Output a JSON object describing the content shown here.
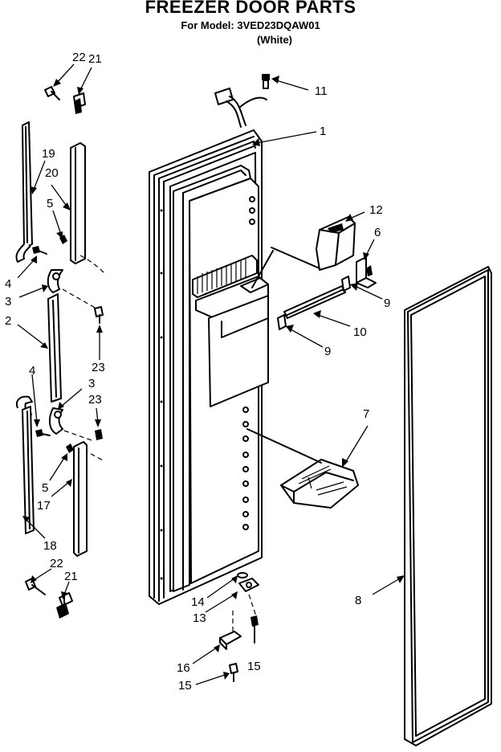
{
  "header": {
    "title": "FREEZER DOOR PARTS",
    "model": "For Model: 3VED23DQAW01",
    "color": "(White)"
  },
  "callouts": [
    {
      "id": "c22a",
      "label": "22"
    },
    {
      "id": "c21a",
      "label": "21"
    },
    {
      "id": "c11",
      "label": "11"
    },
    {
      "id": "c1",
      "label": "1"
    },
    {
      "id": "c19",
      "label": "19"
    },
    {
      "id": "c20",
      "label": "20"
    },
    {
      "id": "c5a",
      "label": "5"
    },
    {
      "id": "c12",
      "label": "12"
    },
    {
      "id": "c6",
      "label": "6"
    },
    {
      "id": "c4a",
      "label": "4"
    },
    {
      "id": "c3a",
      "label": "3"
    },
    {
      "id": "c9a",
      "label": "9"
    },
    {
      "id": "c2",
      "label": "2"
    },
    {
      "id": "c10",
      "label": "10"
    },
    {
      "id": "c9b",
      "label": "9"
    },
    {
      "id": "c23a",
      "label": "23"
    },
    {
      "id": "c4b",
      "label": "4"
    },
    {
      "id": "c3b",
      "label": "3"
    },
    {
      "id": "c23b",
      "label": "23"
    },
    {
      "id": "c7",
      "label": "7"
    },
    {
      "id": "c5b",
      "label": "5"
    },
    {
      "id": "c17",
      "label": "17"
    },
    {
      "id": "c18",
      "label": "18"
    },
    {
      "id": "c22b",
      "label": "22"
    },
    {
      "id": "c21b",
      "label": "21"
    },
    {
      "id": "c8",
      "label": "8"
    },
    {
      "id": "c14",
      "label": "14"
    },
    {
      "id": "c13",
      "label": "13"
    },
    {
      "id": "c16",
      "label": "16"
    },
    {
      "id": "c15a",
      "label": "15"
    },
    {
      "id": "c15b",
      "label": "15"
    }
  ]
}
